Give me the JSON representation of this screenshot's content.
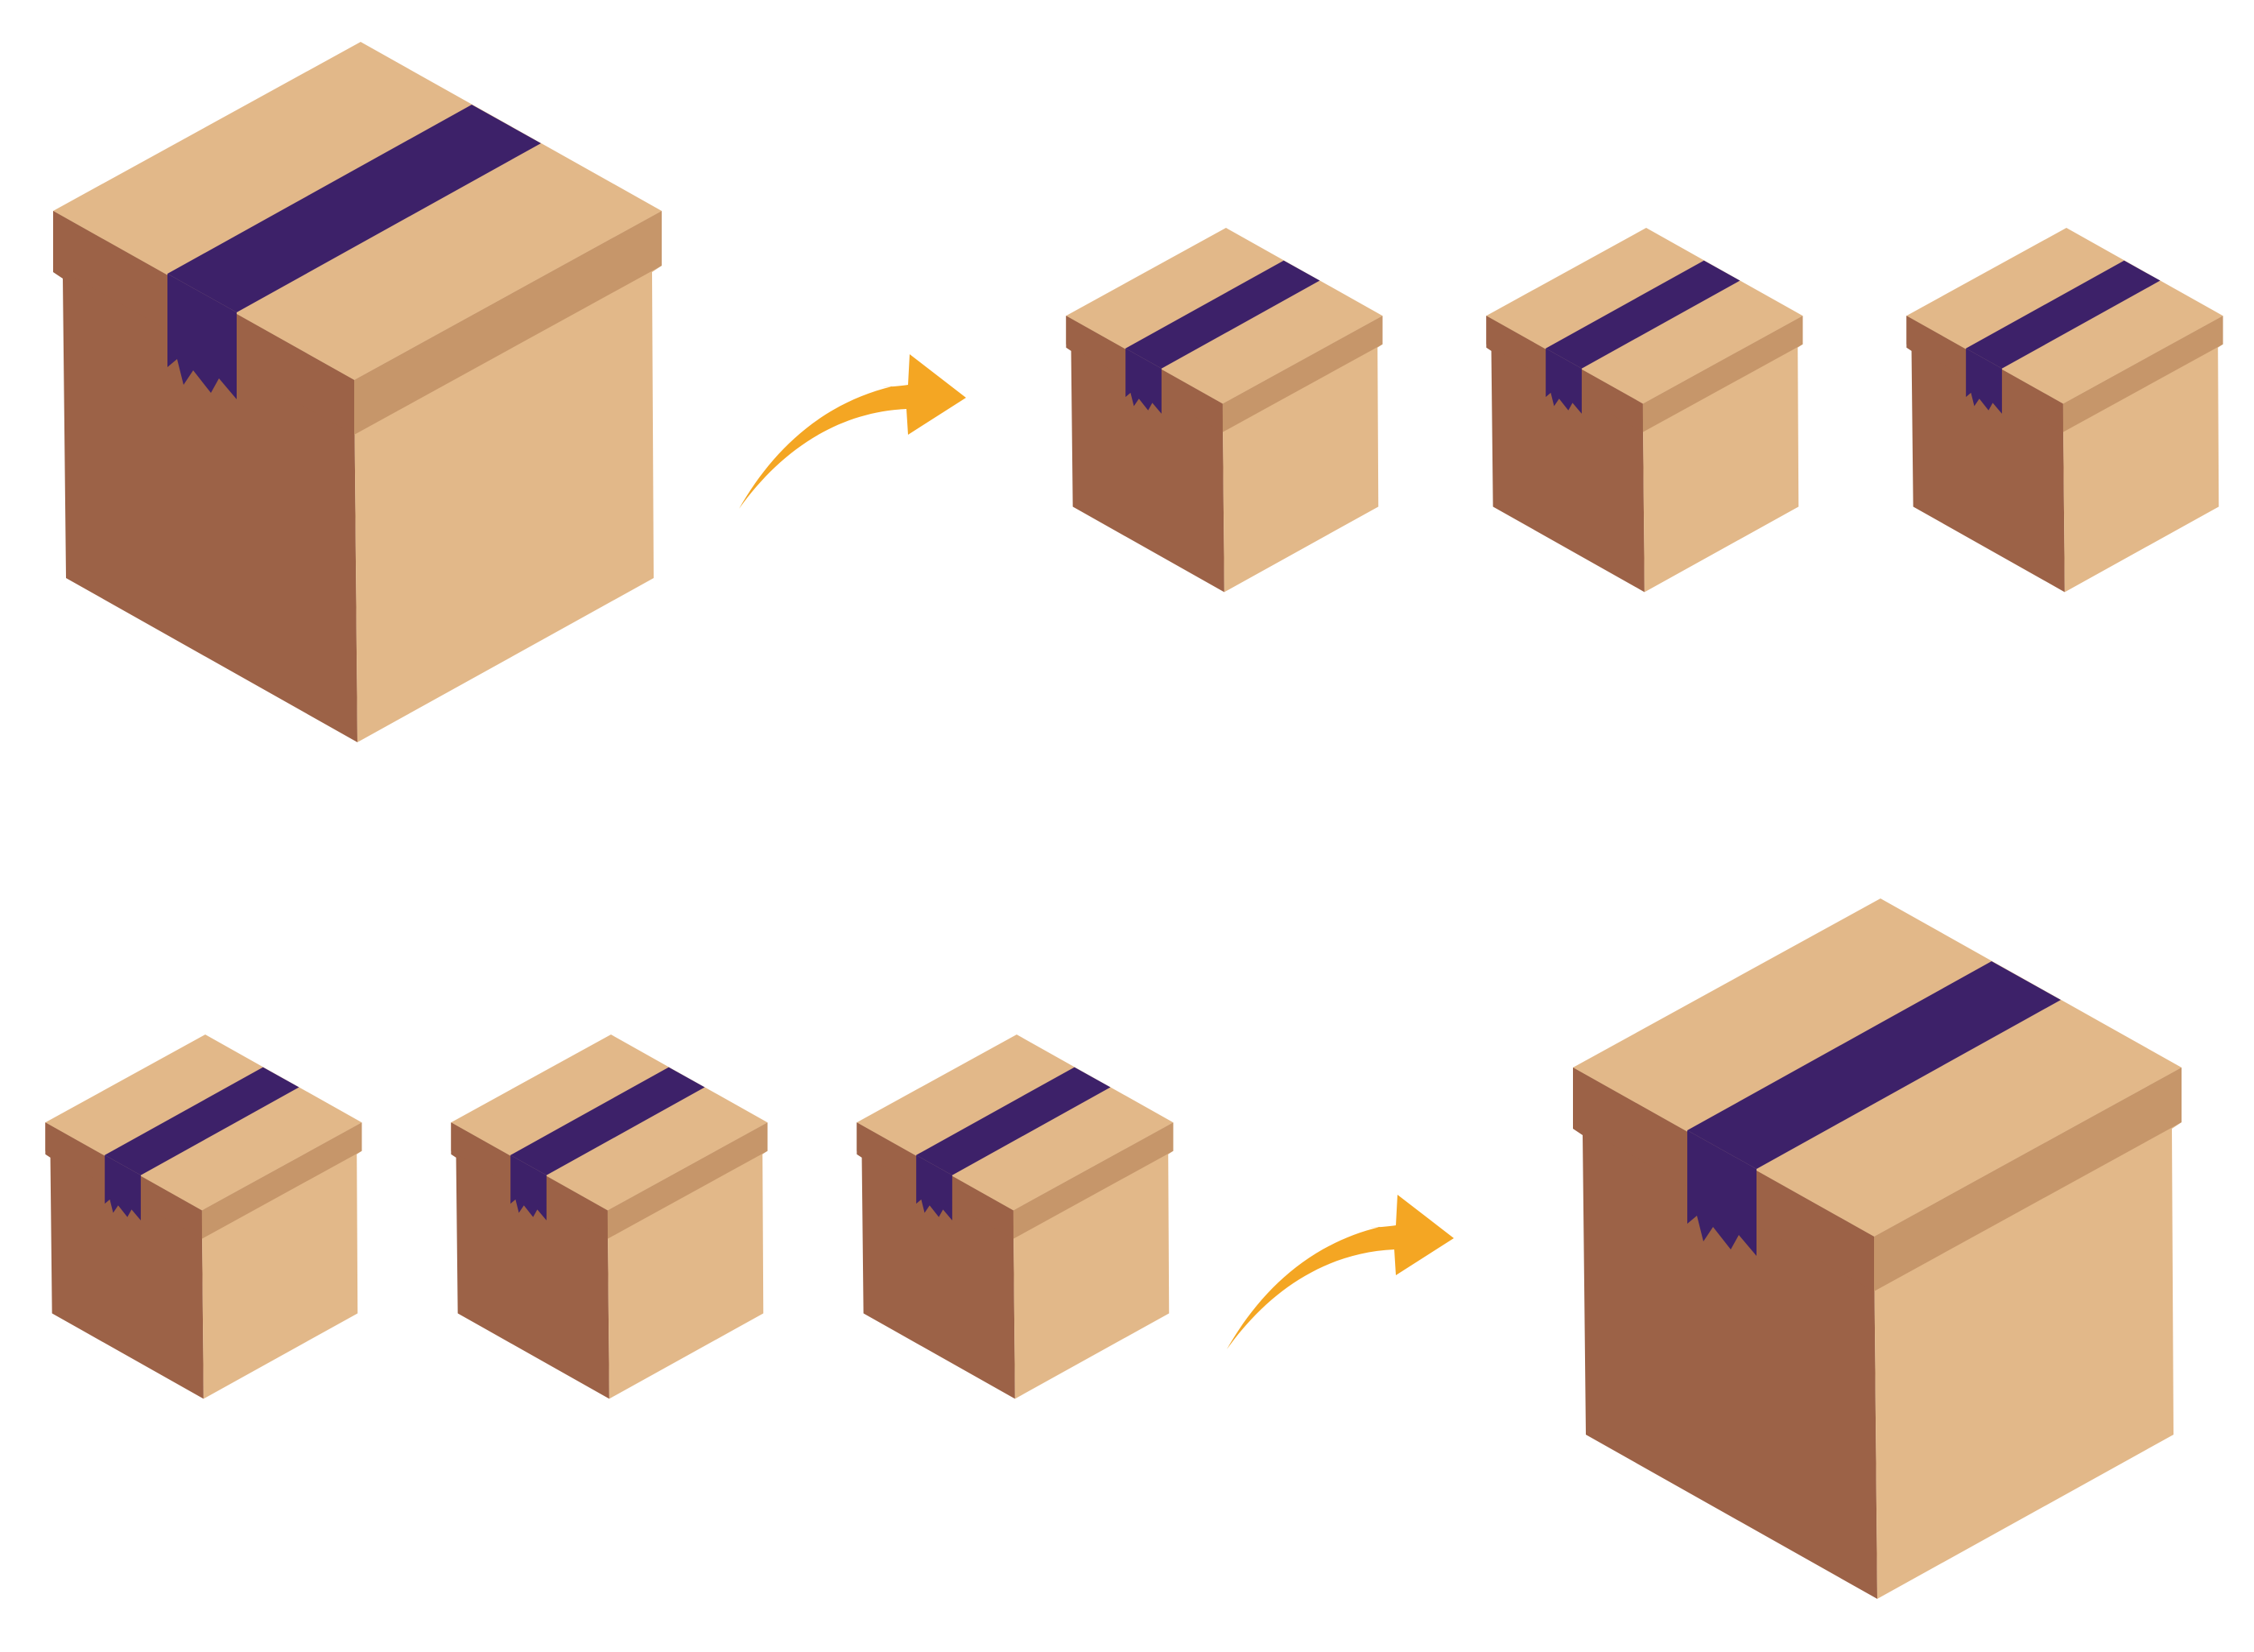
{
  "colors": {
    "box_top": "#E2B889",
    "box_left": "#9C6247",
    "box_right": "#E2B889",
    "box_lid_band": "#C6966A",
    "tape": "#3D2169",
    "arrow": "#F4A623",
    "background": "#FFFFFF"
  },
  "rows": [
    {
      "name": "split",
      "from": [
        "large-box"
      ],
      "to": [
        "small-box",
        "small-box",
        "small-box"
      ]
    },
    {
      "name": "combine",
      "from": [
        "small-box",
        "small-box",
        "small-box"
      ],
      "to": [
        "large-box"
      ]
    }
  ],
  "icons": [
    "box-icon",
    "curved-arrow-icon"
  ]
}
